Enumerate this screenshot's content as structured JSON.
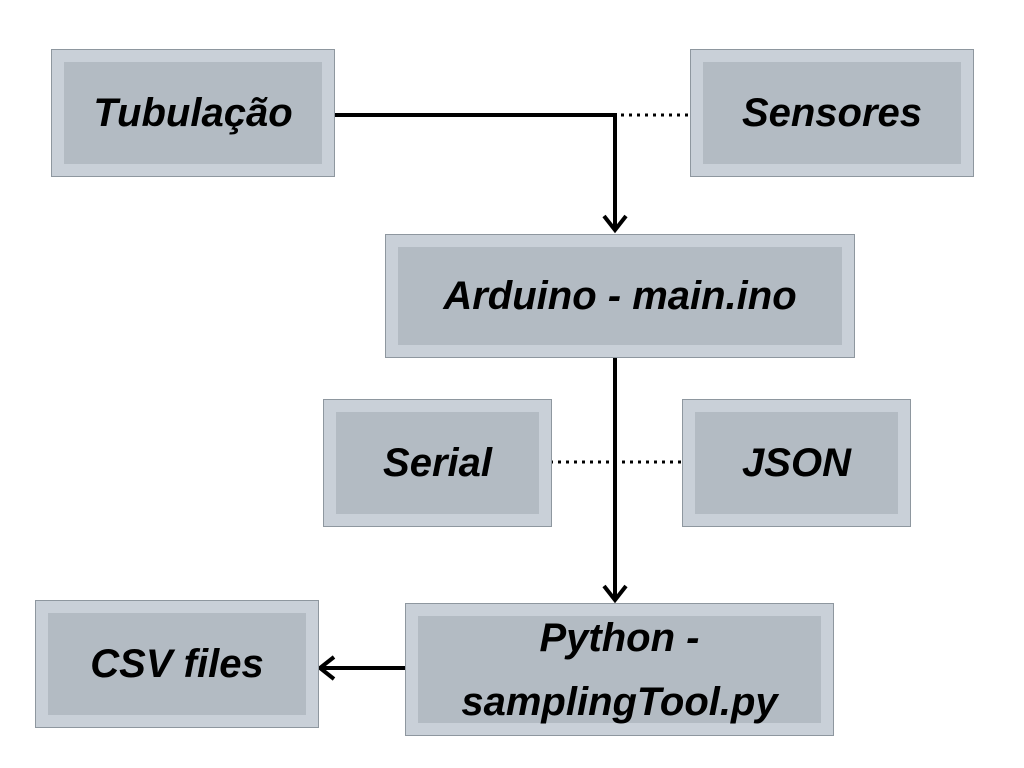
{
  "diagram": {
    "nodes": {
      "tubulacao": "Tubulação",
      "sensores": "Sensores",
      "arduino": "Arduino - main.ino",
      "serial": "Serial",
      "json": "JSON",
      "csv": "CSV files",
      "python": "Python - samplingTool.py"
    },
    "edges": [
      {
        "from": "tubulacao",
        "to": "arduino",
        "style": "solid",
        "arrow": true
      },
      {
        "from": "sensores",
        "to": "tubulacao-line",
        "style": "dotted",
        "arrow": false
      },
      {
        "from": "arduino",
        "to": "python",
        "style": "solid",
        "arrow": true
      },
      {
        "from": "serial",
        "to": "json",
        "style": "dotted",
        "arrow": false
      },
      {
        "from": "python",
        "to": "csv",
        "style": "solid",
        "arrow": true
      }
    ],
    "colors": {
      "box_outer": "#c9d0d8",
      "box_inner": "#b3bbc3",
      "box_border": "#8e979f",
      "line": "#000000"
    }
  }
}
